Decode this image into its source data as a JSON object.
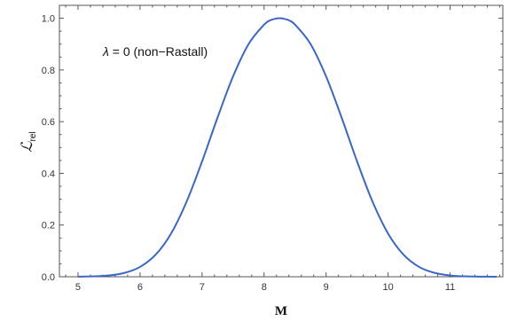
{
  "chart_data": {
    "type": "line",
    "title": "",
    "xlabel": "M",
    "ylabel": {
      "main": "ℒ",
      "sub": "rel"
    },
    "xlim": [
      4.7,
      11.85
    ],
    "ylim": [
      0,
      1.05
    ],
    "x_ticks": [
      5,
      6,
      7,
      8,
      9,
      10,
      11
    ],
    "y_ticks": [
      0.0,
      0.2,
      0.4,
      0.6,
      0.8,
      1.0
    ],
    "x_tick_labels": [
      "5",
      "6",
      "7",
      "8",
      "9",
      "10",
      "11"
    ],
    "y_tick_labels": [
      "0.0",
      "0.2",
      "0.4",
      "0.6",
      "0.8",
      "1.0"
    ],
    "grid": false,
    "annotation": {
      "prefix": "λ",
      "rest": " = 0 (non−Rastall)"
    },
    "series": [
      {
        "color": "#3a66c8",
        "x": [
          5.0,
          5.25,
          5.5,
          5.75,
          6.0,
          6.25,
          6.5,
          6.75,
          7.0,
          7.25,
          7.5,
          7.75,
          8.0,
          8.1,
          8.2,
          8.25,
          8.3,
          8.4,
          8.5,
          8.75,
          9.0,
          9.25,
          9.5,
          9.75,
          10.0,
          10.25,
          10.5,
          10.75,
          11.0,
          11.25,
          11.5,
          11.75
        ],
        "y": [
          0.0004,
          0.0015,
          0.005,
          0.015,
          0.038,
          0.085,
          0.167,
          0.29,
          0.446,
          0.616,
          0.775,
          0.9,
          0.975,
          0.992,
          0.999,
          1.0,
          0.999,
          0.992,
          0.975,
          0.9,
          0.775,
          0.616,
          0.446,
          0.29,
          0.167,
          0.085,
          0.038,
          0.015,
          0.005,
          0.0015,
          0.0004,
          0.0001
        ]
      }
    ]
  }
}
